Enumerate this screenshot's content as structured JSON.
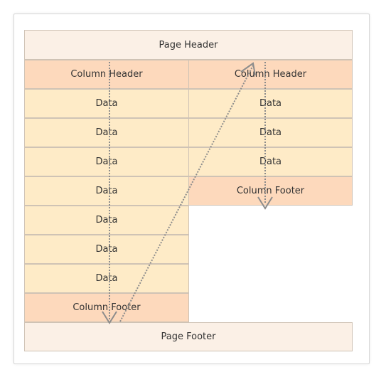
{
  "page_header": "Page Header",
  "page_footer": "Page Footer",
  "columns": [
    {
      "header": "Column Header",
      "rows": [
        "Data",
        "Data",
        "Data",
        "Data",
        "Data",
        "Data",
        "Data"
      ],
      "footer": "Column Footer"
    },
    {
      "header": "Column Header",
      "rows": [
        "Data",
        "Data",
        "Data"
      ],
      "footer": "Column Footer"
    }
  ],
  "colors": {
    "page_band": "#fbf0e6",
    "column_band": "#fdd9bc",
    "data_cell": "#feebc7",
    "border": "#cfc3b5",
    "arrow": "#8c8c8c"
  }
}
